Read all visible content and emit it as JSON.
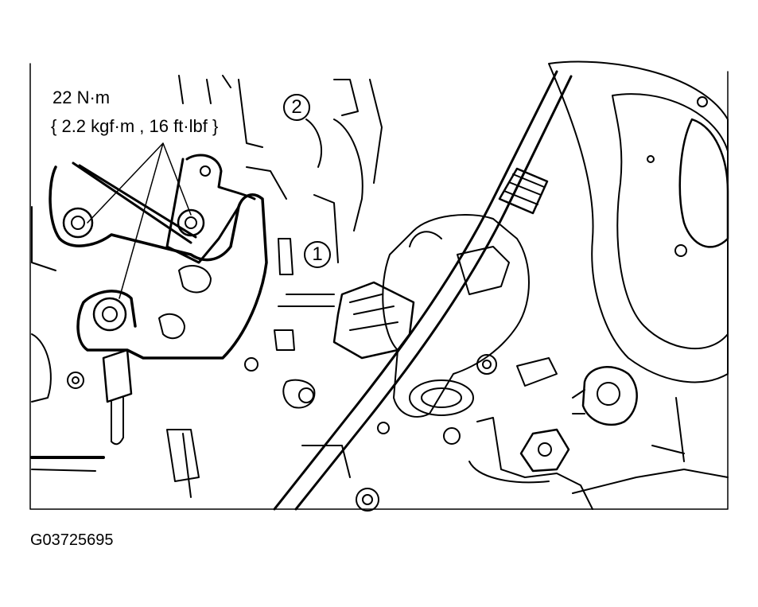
{
  "torque": {
    "primary": "22 N·m",
    "secondary": "{ 2.2 kgf·m , 16 ft·lbf }"
  },
  "callouts": [
    "1",
    "2"
  ],
  "figure_id": "G03725695"
}
